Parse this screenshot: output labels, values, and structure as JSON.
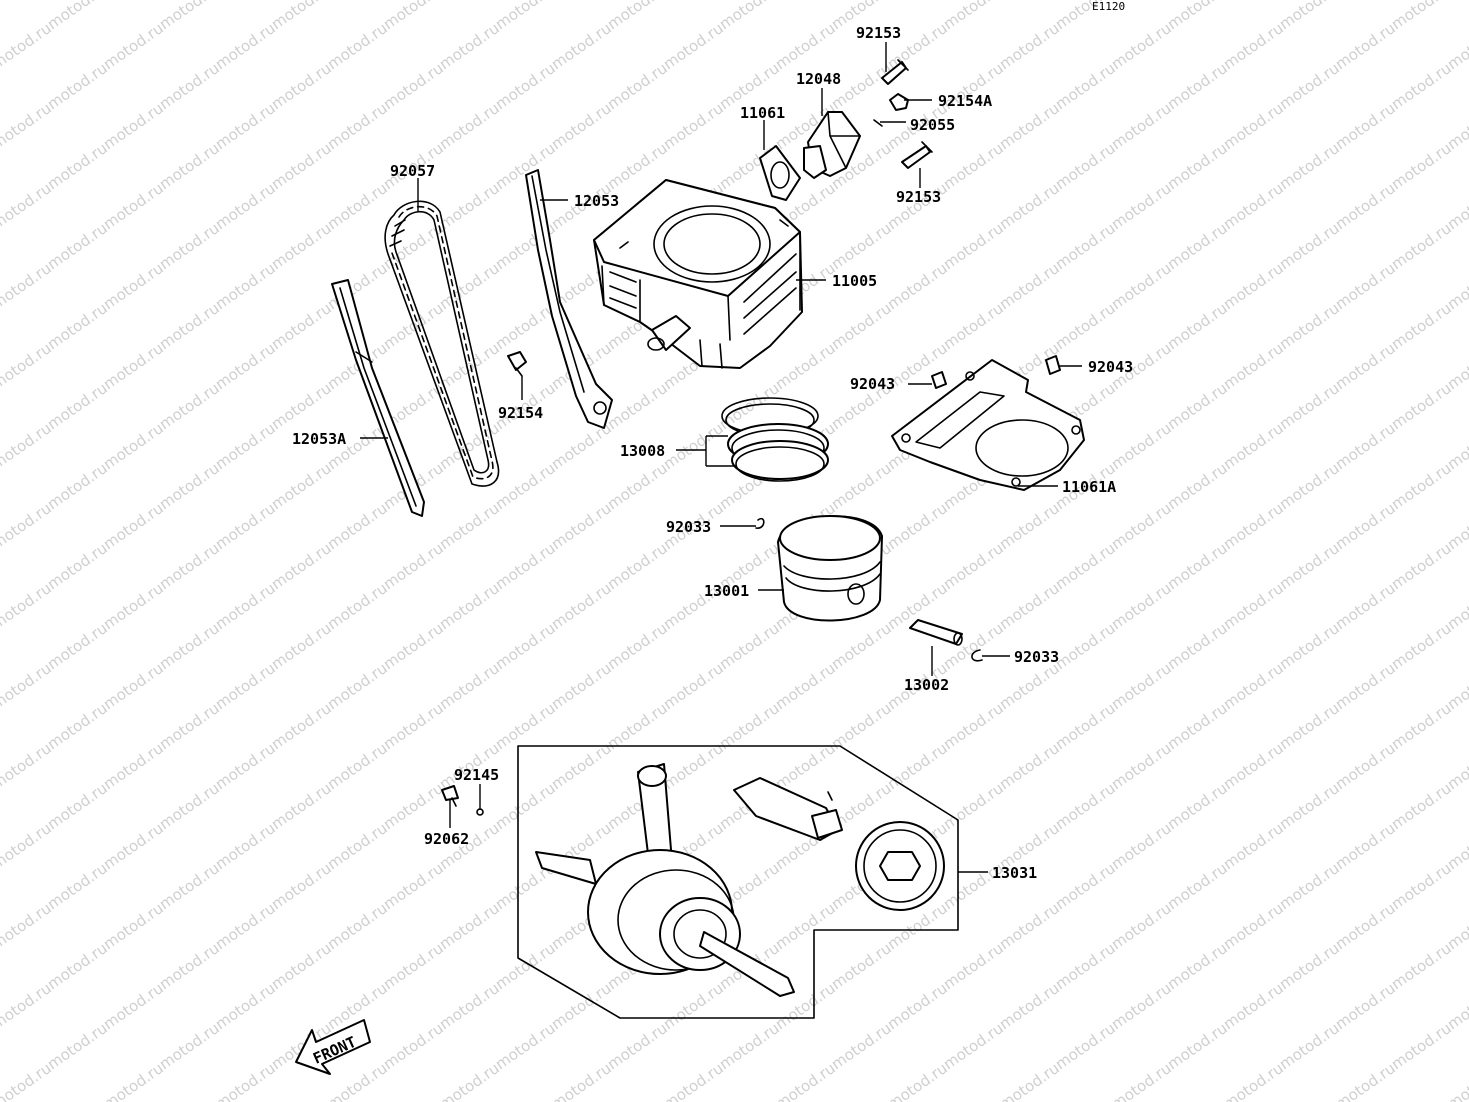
{
  "diagram_code": "E1120",
  "watermark": "motod.ru",
  "front_arrow": "FRONT",
  "callouts": {
    "p92153_top": "92153",
    "p12048": "12048",
    "p92154A": "92154A",
    "p11061": "11061",
    "p92055": "92055",
    "p92057": "92057",
    "p92153_bottom": "92153",
    "p12053": "12053",
    "p11005": "11005",
    "p92043_right": "92043",
    "p92043_left": "92043",
    "p92154": "92154",
    "p12053A": "12053A",
    "p13008": "13008",
    "p11061A": "11061A",
    "p92033_left": "92033",
    "p13001": "13001",
    "p92033_right": "92033",
    "p13002": "13002",
    "p92145": "92145",
    "p92062": "92062",
    "p13031": "13031"
  }
}
